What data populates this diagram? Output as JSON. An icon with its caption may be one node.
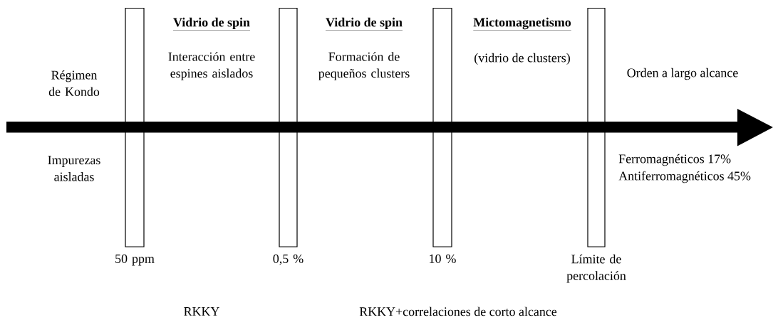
{
  "diagram": {
    "nodes": [
      {
        "text": [],
        "shape": "bar",
        "beside": [
          "50 ppm"
        ]
      },
      {
        "text": [],
        "shape": "bar",
        "beside": [
          "0,5 %"
        ]
      },
      {
        "text": [],
        "shape": "bar",
        "beside": [
          "10 %"
        ]
      },
      {
        "text": [],
        "shape": "bar",
        "beside": [
          "Límite de percolación"
        ]
      }
    ],
    "labels": [
      "Vidrio de spin",
      "Vidrio de spin",
      "Mictomagnetismo",
      "Interacción entre espines aislados",
      "Formación de pequeños clusters",
      "(vidrio de clusters)",
      "Régimen de Kondo",
      "Orden a largo alcance",
      "Impurezas aisladas",
      "Ferromagnéticos 17%",
      "Antiferromagnéticos 45%",
      "RKKY",
      "RKKY+correlaciones de corto alcance"
    ]
  }
}
